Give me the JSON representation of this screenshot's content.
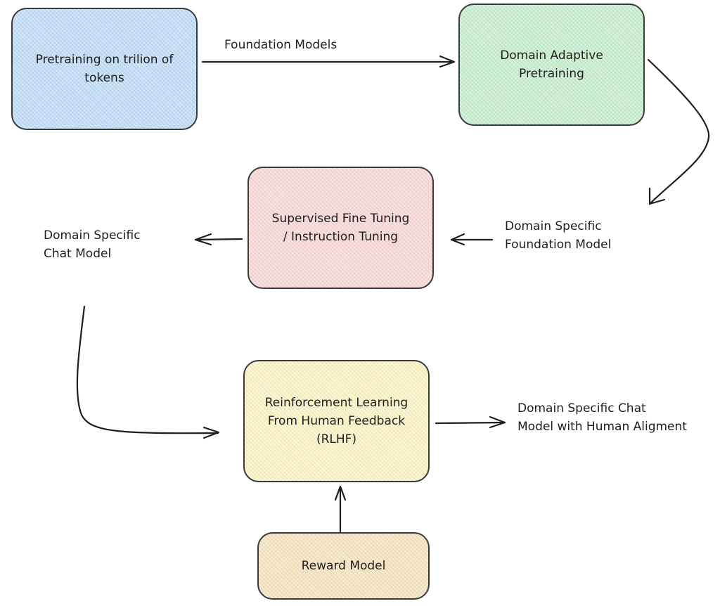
{
  "diagram": {
    "nodes": {
      "pretraining": {
        "label": "Pretraining on trilion of\ntokens",
        "color": "#d3e6f7"
      },
      "domain_adaptive": {
        "label": "Domain Adaptive\nPretraining",
        "color": "#d9f2dd"
      },
      "sft": {
        "label": "Supervised Fine Tuning\n/ Instruction Tuning",
        "color": "#f8e2e2"
      },
      "rlhf": {
        "label": "Reinforcement Learning\nFrom Human Feedback\n(RLHF)",
        "color": "#fbf6d6"
      },
      "reward_model": {
        "label": "Reward Model",
        "color": "#f7ecd2"
      }
    },
    "labels": {
      "foundation_models": "Foundation Models",
      "domain_specific_foundation_model": "Domain Specific\nFoundation Model",
      "domain_specific_chat_model": "Domain Specific\nChat Model",
      "domain_specific_chat_model_aligned": "Domain Specific Chat\nModel with Human Aligment"
    },
    "edges": [
      {
        "from": "pretraining",
        "to": "domain_adaptive",
        "label": "Foundation Models"
      },
      {
        "from": "domain_adaptive",
        "to": "domain_specific_foundation_model"
      },
      {
        "from": "domain_specific_foundation_model",
        "to": "sft"
      },
      {
        "from": "sft",
        "to": "domain_specific_chat_model"
      },
      {
        "from": "domain_specific_chat_model",
        "to": "rlhf"
      },
      {
        "from": "reward_model",
        "to": "rlhf"
      },
      {
        "from": "rlhf",
        "to": "domain_specific_chat_model_aligned"
      }
    ]
  }
}
